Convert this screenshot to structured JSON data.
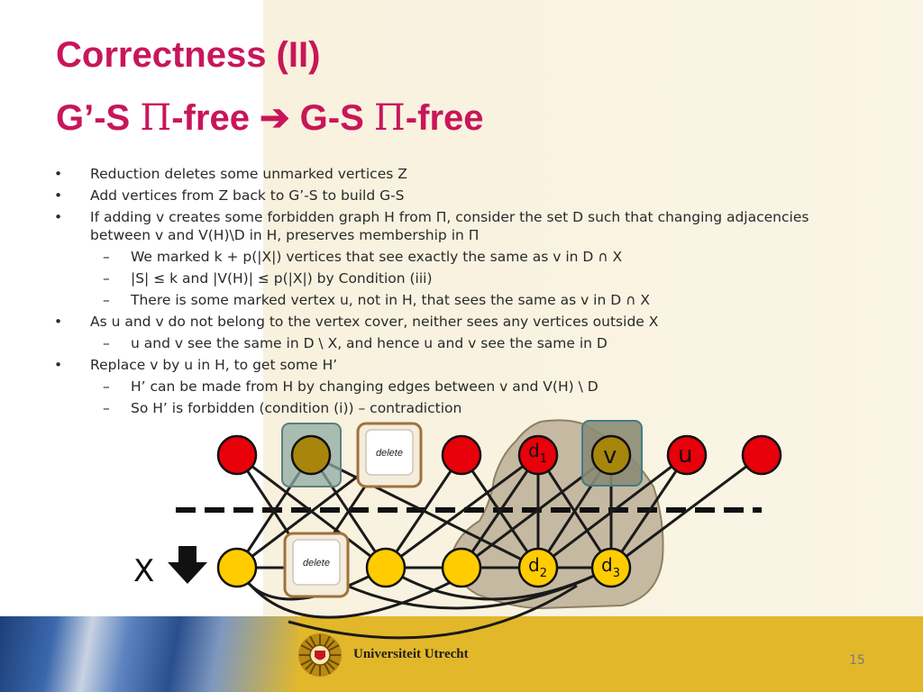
{
  "title": {
    "line1": "Correctness (II)",
    "line2_left": "G’-S ",
    "pi": "Π",
    "free": "-free ",
    "arrow": "➔",
    "line2_mid": " G-S ",
    "free2": "-free"
  },
  "bullets": [
    {
      "text": "Reduction deletes some unmarked vertices Z"
    },
    {
      "text": "Add vertices from Z back to G’-S to build G-S"
    },
    {
      "text": "If adding v creates some forbidden graph H from Π, consider the set D such that changing adjacencies between v and V(H)\\D in H, preserves membership in Π",
      "sub": [
        "We marked k + p(|X|) vertices that see exactly the same as v in D ∩ X",
        "|S| ≤ k and |V(H)| ≤ p(|X|) by Condition (iii)",
        "There is some marked vertex u, not in H, that sees the same as v in D ∩ X"
      ]
    },
    {
      "text": "As u and v do not belong to the vertex cover, neither sees any vertices outside X",
      "sub": [
        "u and v see the same in D \\ X, and hence u and v see the same in D"
      ]
    },
    {
      "text": "Replace v by u in H, to get some H’",
      "sub": [
        "H’ can be made from H by changing edges between v and V(H) \\ D",
        "So H’ is forbidden (condition (i)) – contradiction"
      ]
    }
  ],
  "graph": {
    "labels": {
      "x": "X",
      "v": "v",
      "u": "u",
      "d1": "d",
      "d1_sub": "1",
      "d2": "d",
      "d2_sub": "2",
      "d3": "d",
      "d3_sub": "3"
    },
    "delete_label": "delete",
    "colors": {
      "red": "#e8000a",
      "yellow": "#ffcc00",
      "olive": "#a8860c",
      "gray_region": "#b3a58c"
    }
  },
  "footer": {
    "brand": "Universiteit Utrecht",
    "page": "15"
  }
}
